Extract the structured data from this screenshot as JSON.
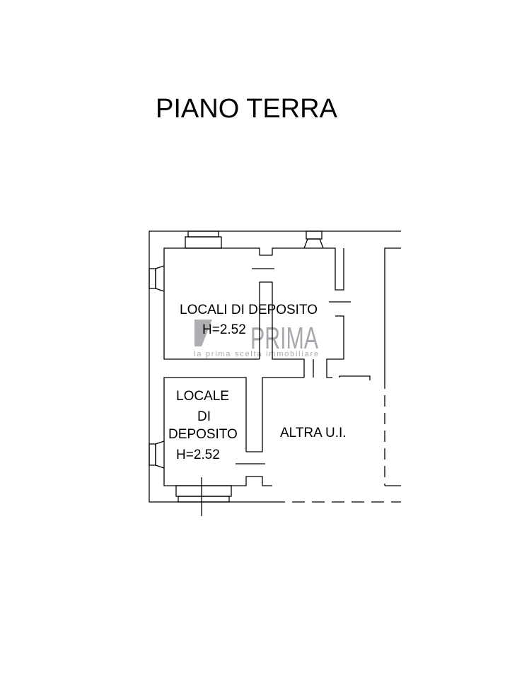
{
  "title": "PIANO TERRA",
  "rooms": [
    {
      "name": "LOCALI DI DEPOSITO",
      "height": "H=2.52"
    },
    {
      "name_lines": [
        "LOCALE",
        "DI",
        "DEPOSITO"
      ],
      "height": "H=2.52"
    },
    {
      "name": "ALTRA U.I."
    }
  ],
  "watermark": {
    "brand": "PRIMA",
    "tagline": "la prima scelta immobiliare"
  }
}
